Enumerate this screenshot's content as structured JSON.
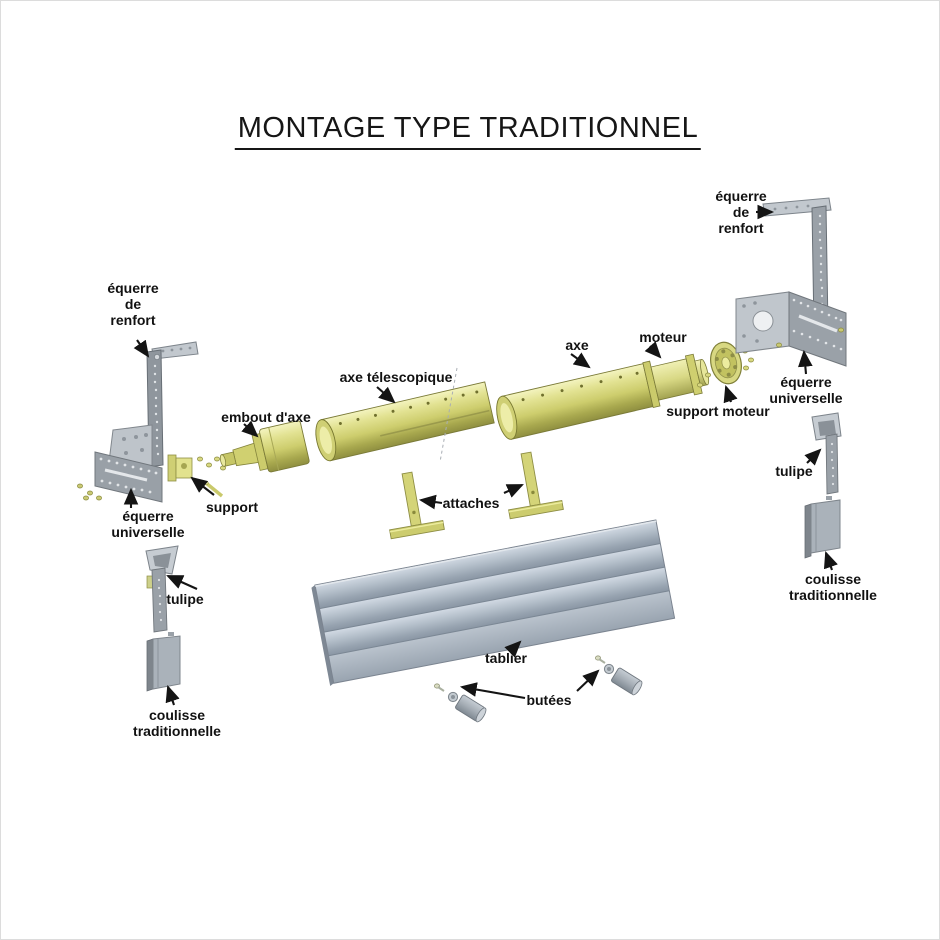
{
  "title": "MONTAGE TYPE TRADITIONNEL",
  "labels": {
    "equerre_renfort_left": "équerre\nde\nrenfort",
    "equerre_renfort_right": "équerre\nde\nrenfort",
    "equerre_universelle_left": "équerre\nuniverselle",
    "equerre_universelle_right": "équerre\nuniverselle",
    "support": "support",
    "embout_axe": "embout d'axe",
    "axe_telescopique": "axe télescopique",
    "axe": "axe",
    "moteur": "moteur",
    "support_moteur": "support moteur",
    "tulipe_left": "tulipe",
    "tulipe_right": "tulipe",
    "coulisse_left": "coulisse\ntraditionnelle",
    "coulisse_right": "coulisse\ntraditionnelle",
    "attaches": "attaches",
    "tablier": "tablier",
    "butees": "butées"
  },
  "colors": {
    "part_yellow": "#d6d678",
    "part_yellow_dark": "#8e8e3e",
    "part_gray_light": "#c2c8ce",
    "part_gray": "#9aa1a8",
    "part_gray_dark": "#6e757c",
    "tablier_gray": "#aeb8c4",
    "label_text": "#111111",
    "arrow": "#141414",
    "background": "#ffffff"
  }
}
